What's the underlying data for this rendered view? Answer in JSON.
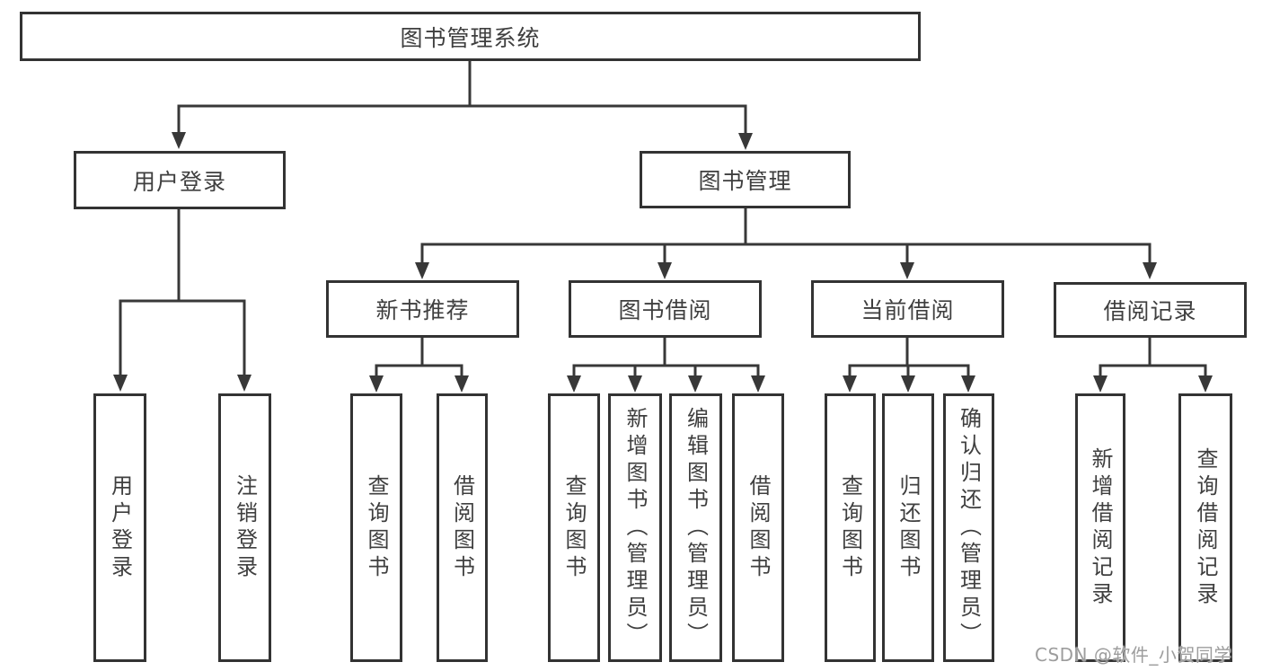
{
  "tree": {
    "root": {
      "label": "图书管理系统"
    },
    "level2": [
      {
        "label": "用户登录",
        "children": [
          {
            "label": "用户登录"
          },
          {
            "label": "注销登录"
          }
        ]
      },
      {
        "label": "图书管理"
      }
    ],
    "level3": [
      {
        "label": "新书推荐",
        "children": [
          {
            "label": "查询图书"
          },
          {
            "label": "借阅图书"
          }
        ]
      },
      {
        "label": "图书借阅",
        "children": [
          {
            "label": "查询图书"
          },
          {
            "label": "新增图书（管理员）"
          },
          {
            "label": "编辑图书（管理员）"
          },
          {
            "label": "借阅图书"
          }
        ]
      },
      {
        "label": "当前借阅",
        "children": [
          {
            "label": "查询图书"
          },
          {
            "label": "归还图书"
          },
          {
            "label": "确认归还（管理员）"
          }
        ]
      },
      {
        "label": "借阅记录",
        "children": [
          {
            "label": "新增借阅记录"
          },
          {
            "label": "查询借阅记录"
          }
        ]
      }
    ]
  },
  "watermark": "CSDN @软件_小贺同学",
  "colors": {
    "line": "#383838",
    "border": "#333333",
    "text": "#3f3f3f",
    "watermark_text": "#9d9d9d",
    "background": "#ffffff"
  }
}
